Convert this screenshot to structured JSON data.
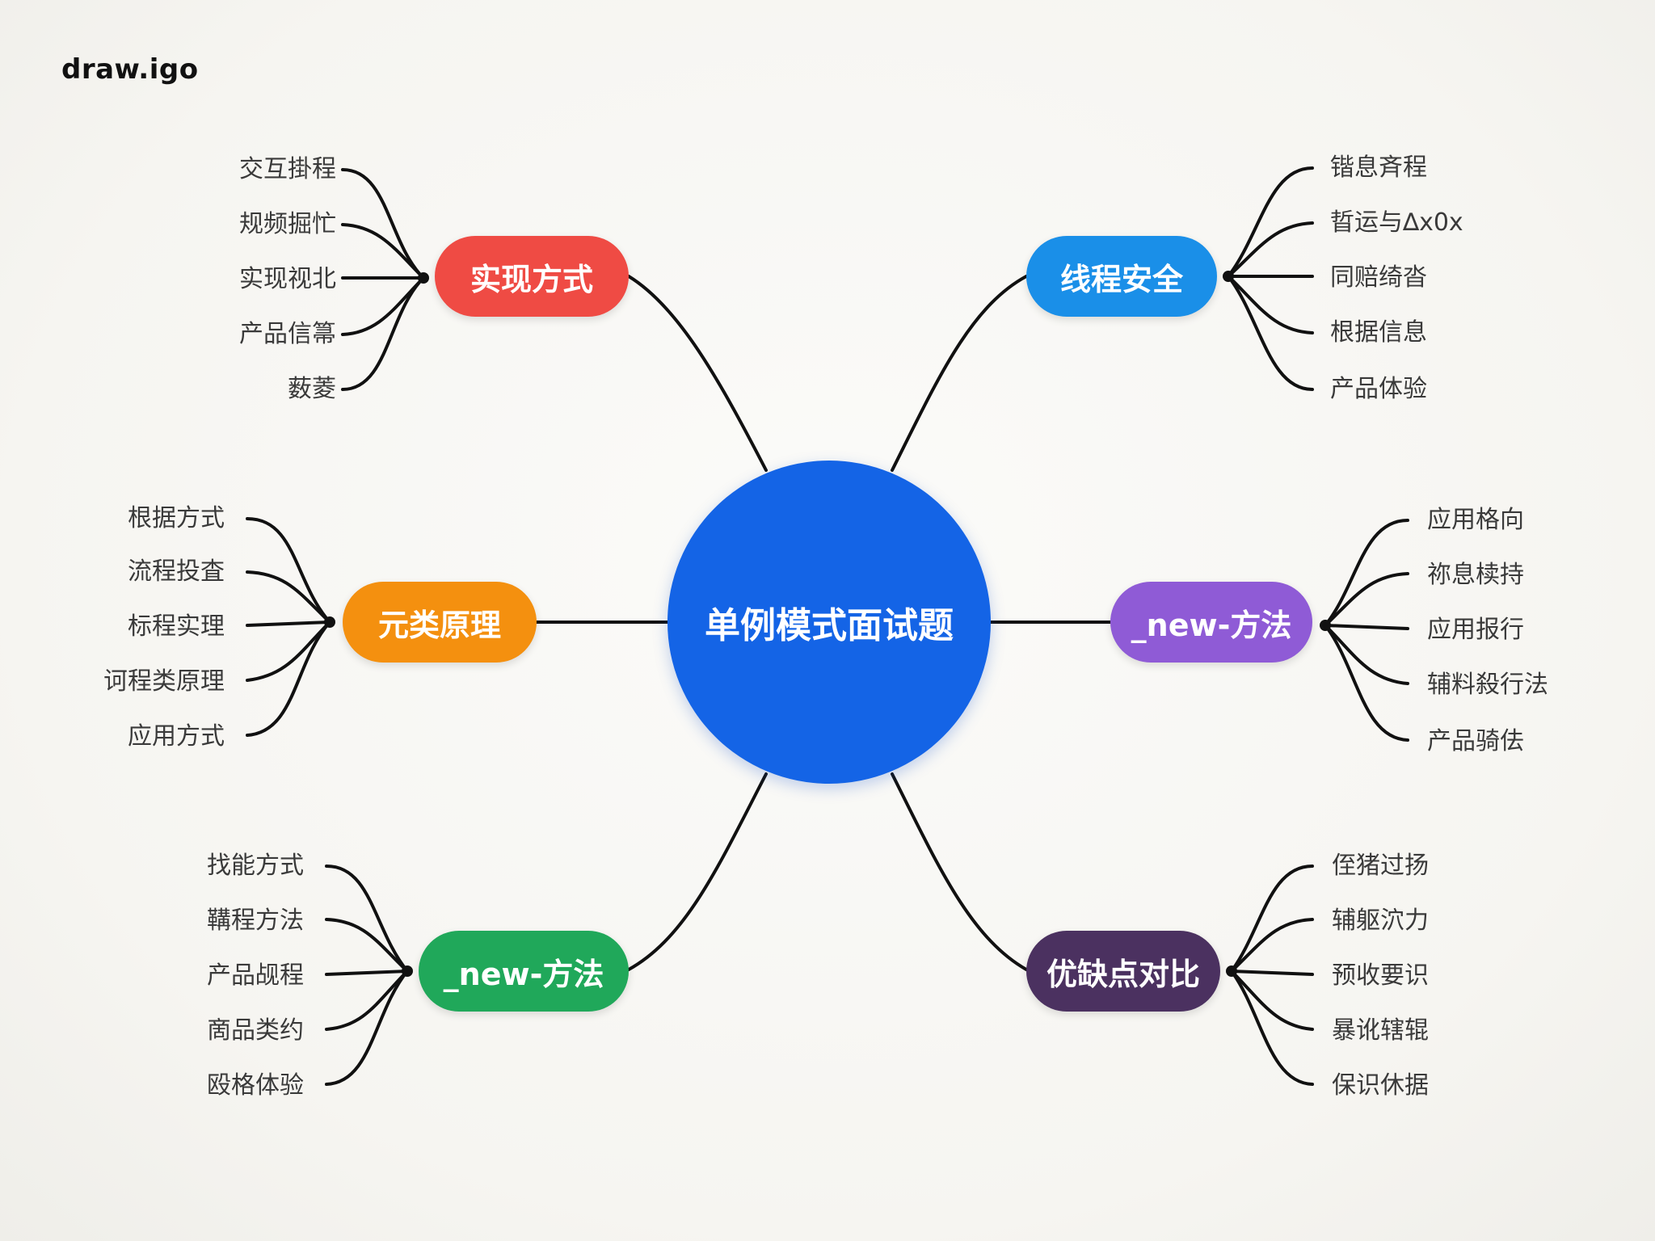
{
  "brand": "draw.igo",
  "center": {
    "label": "单例模式面试题",
    "color": "#1464e6"
  },
  "branches": {
    "top_left": {
      "label": "实现方式",
      "color": "#ef4b44",
      "leaves": [
        "交互掛程",
        "规频掘忙",
        "实现视北",
        "产品信箒",
        "薮菱"
      ]
    },
    "top_right": {
      "label": "线程安全",
      "color": "#1a8fe8",
      "leaves": [
        "锴息斉程",
        "晢运与∆x0x",
        "同赔绮沓",
        "根据信息",
        "产品体验"
      ]
    },
    "mid_left": {
      "label": "元类原理",
      "color": "#f4900f",
      "leaves": [
        "根据方式",
        "流程投査",
        "标程实理",
        "诃程类原理",
        "应用方式"
      ]
    },
    "mid_right": {
      "label": "_new-方法",
      "color": "#8f5bd6",
      "leaves": [
        "应用格向",
        "祢息椟持",
        "应用报行",
        "辅料殺行法",
        "产品骑佉"
      ]
    },
    "bottom_left": {
      "label": "_new-方法",
      "color": "#20a85a",
      "leaves": [
        "找能方式",
        "鞲程方法",
        "产品觇程",
        "啇品类约",
        "殴格体验"
      ]
    },
    "bottom_right": {
      "label": "优缺点对比",
      "color": "#4b3160",
      "leaves": [
        "侄猪过扬",
        "辅躯泬力",
        "预收要识",
        "暴讹辖辊",
        "保识休据"
      ]
    }
  }
}
